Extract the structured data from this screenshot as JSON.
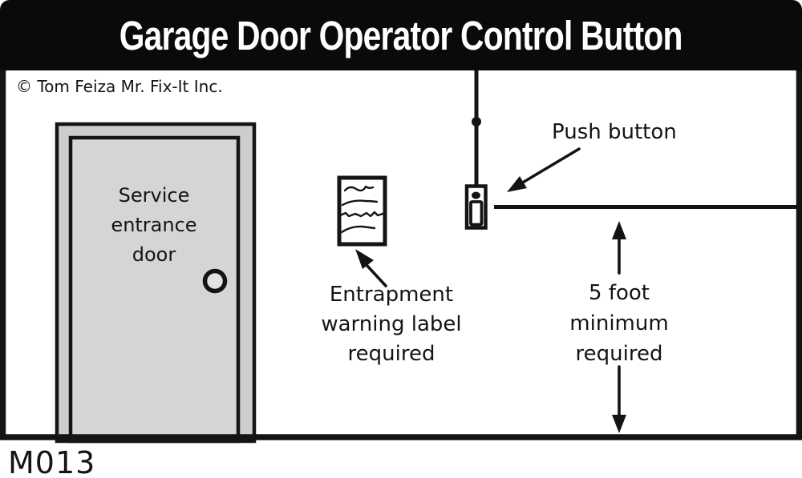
{
  "colors": {
    "ink": "#141414",
    "title_bg": "#0a0a0a",
    "title_fg": "#ffffff",
    "door_frame": "#cdcdcf",
    "door_panel": "#d5d5d7",
    "knob_fill": "#e3e3e3",
    "paper": "#ffffff"
  },
  "title": {
    "text": "Garage Door Operator Control Button"
  },
  "copyright": {
    "text": "© Tom Feiza Mr. Fix-It Inc."
  },
  "figure_id": {
    "text": "M013"
  },
  "door": {
    "label_lines": [
      "Service",
      "entrance",
      "door"
    ]
  },
  "warning_label": {
    "caption_lines": [
      "Entrapment",
      "warning label",
      "required"
    ]
  },
  "push_button": {
    "label": "Push button"
  },
  "clearance": {
    "label_lines": [
      "5 foot",
      "minimum",
      "required"
    ]
  }
}
